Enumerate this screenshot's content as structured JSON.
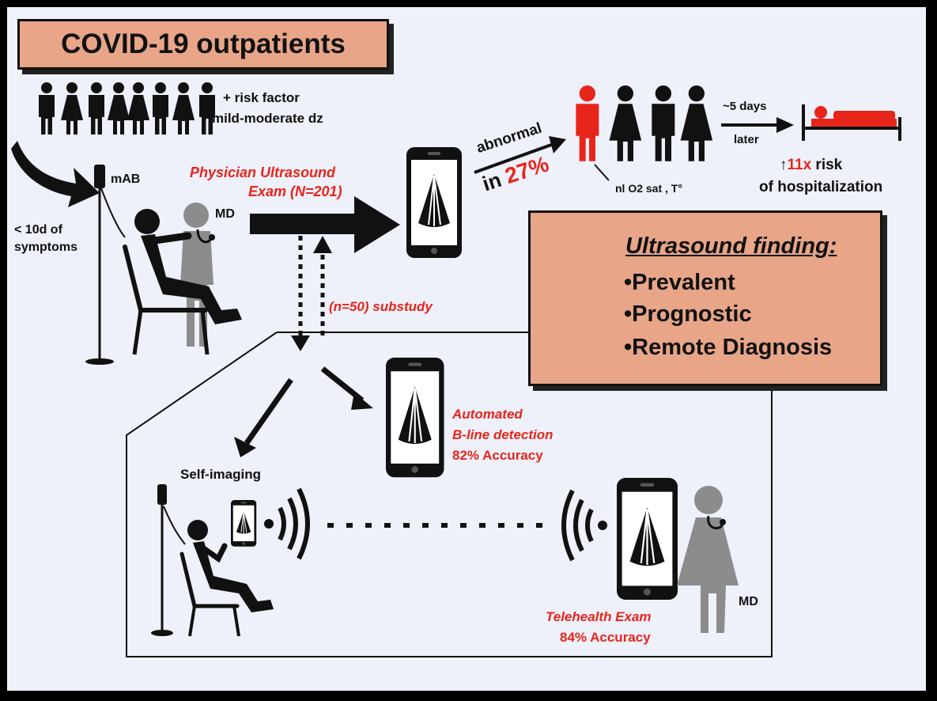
{
  "title": "COVID-19 outpatients",
  "patients_note": {
    "line1": "+ risk factor",
    "line2": "mild-moderate dz"
  },
  "timing_note": {
    "line1": "< 10d of",
    "line2": "symptoms"
  },
  "drip_label": "mAB",
  "md_label": "MD",
  "physician_exam": {
    "line1": "Physician Ultrasound",
    "line2": "Exam (N=201)"
  },
  "abnormal_result": {
    "word": "abnormal",
    "prefix": "in",
    "percent": "27%"
  },
  "vitals_note": "nl O2 sat , T°",
  "follow_up": {
    "line1": "~5 days",
    "line2": "later"
  },
  "hospitalization_risk": {
    "arrow": "↑",
    "multiplier": "11x",
    "rest": " risk",
    "line2": "of hospitalization"
  },
  "substudy_label": "(n=50) substudy",
  "ultrasound_finding": {
    "title": "Ultrasound finding:",
    "items": [
      "•Prevalent",
      "•Prognostic",
      "•Remote Diagnosis"
    ]
  },
  "automated": {
    "line1": "Automated",
    "line2": "B-line detection",
    "line3": "82% Accuracy"
  },
  "self_imaging_label": "Self-imaging",
  "telehealth": {
    "line1": "Telehealth Exam",
    "line2": "84% Accuracy"
  },
  "md_label_bottom": "MD",
  "colors": {
    "accent_red": "#e8251a",
    "box_fill": "#e8a588",
    "background": "#eef0fa",
    "ink": "#111111",
    "doctor_gray": "#8c8c8c"
  }
}
